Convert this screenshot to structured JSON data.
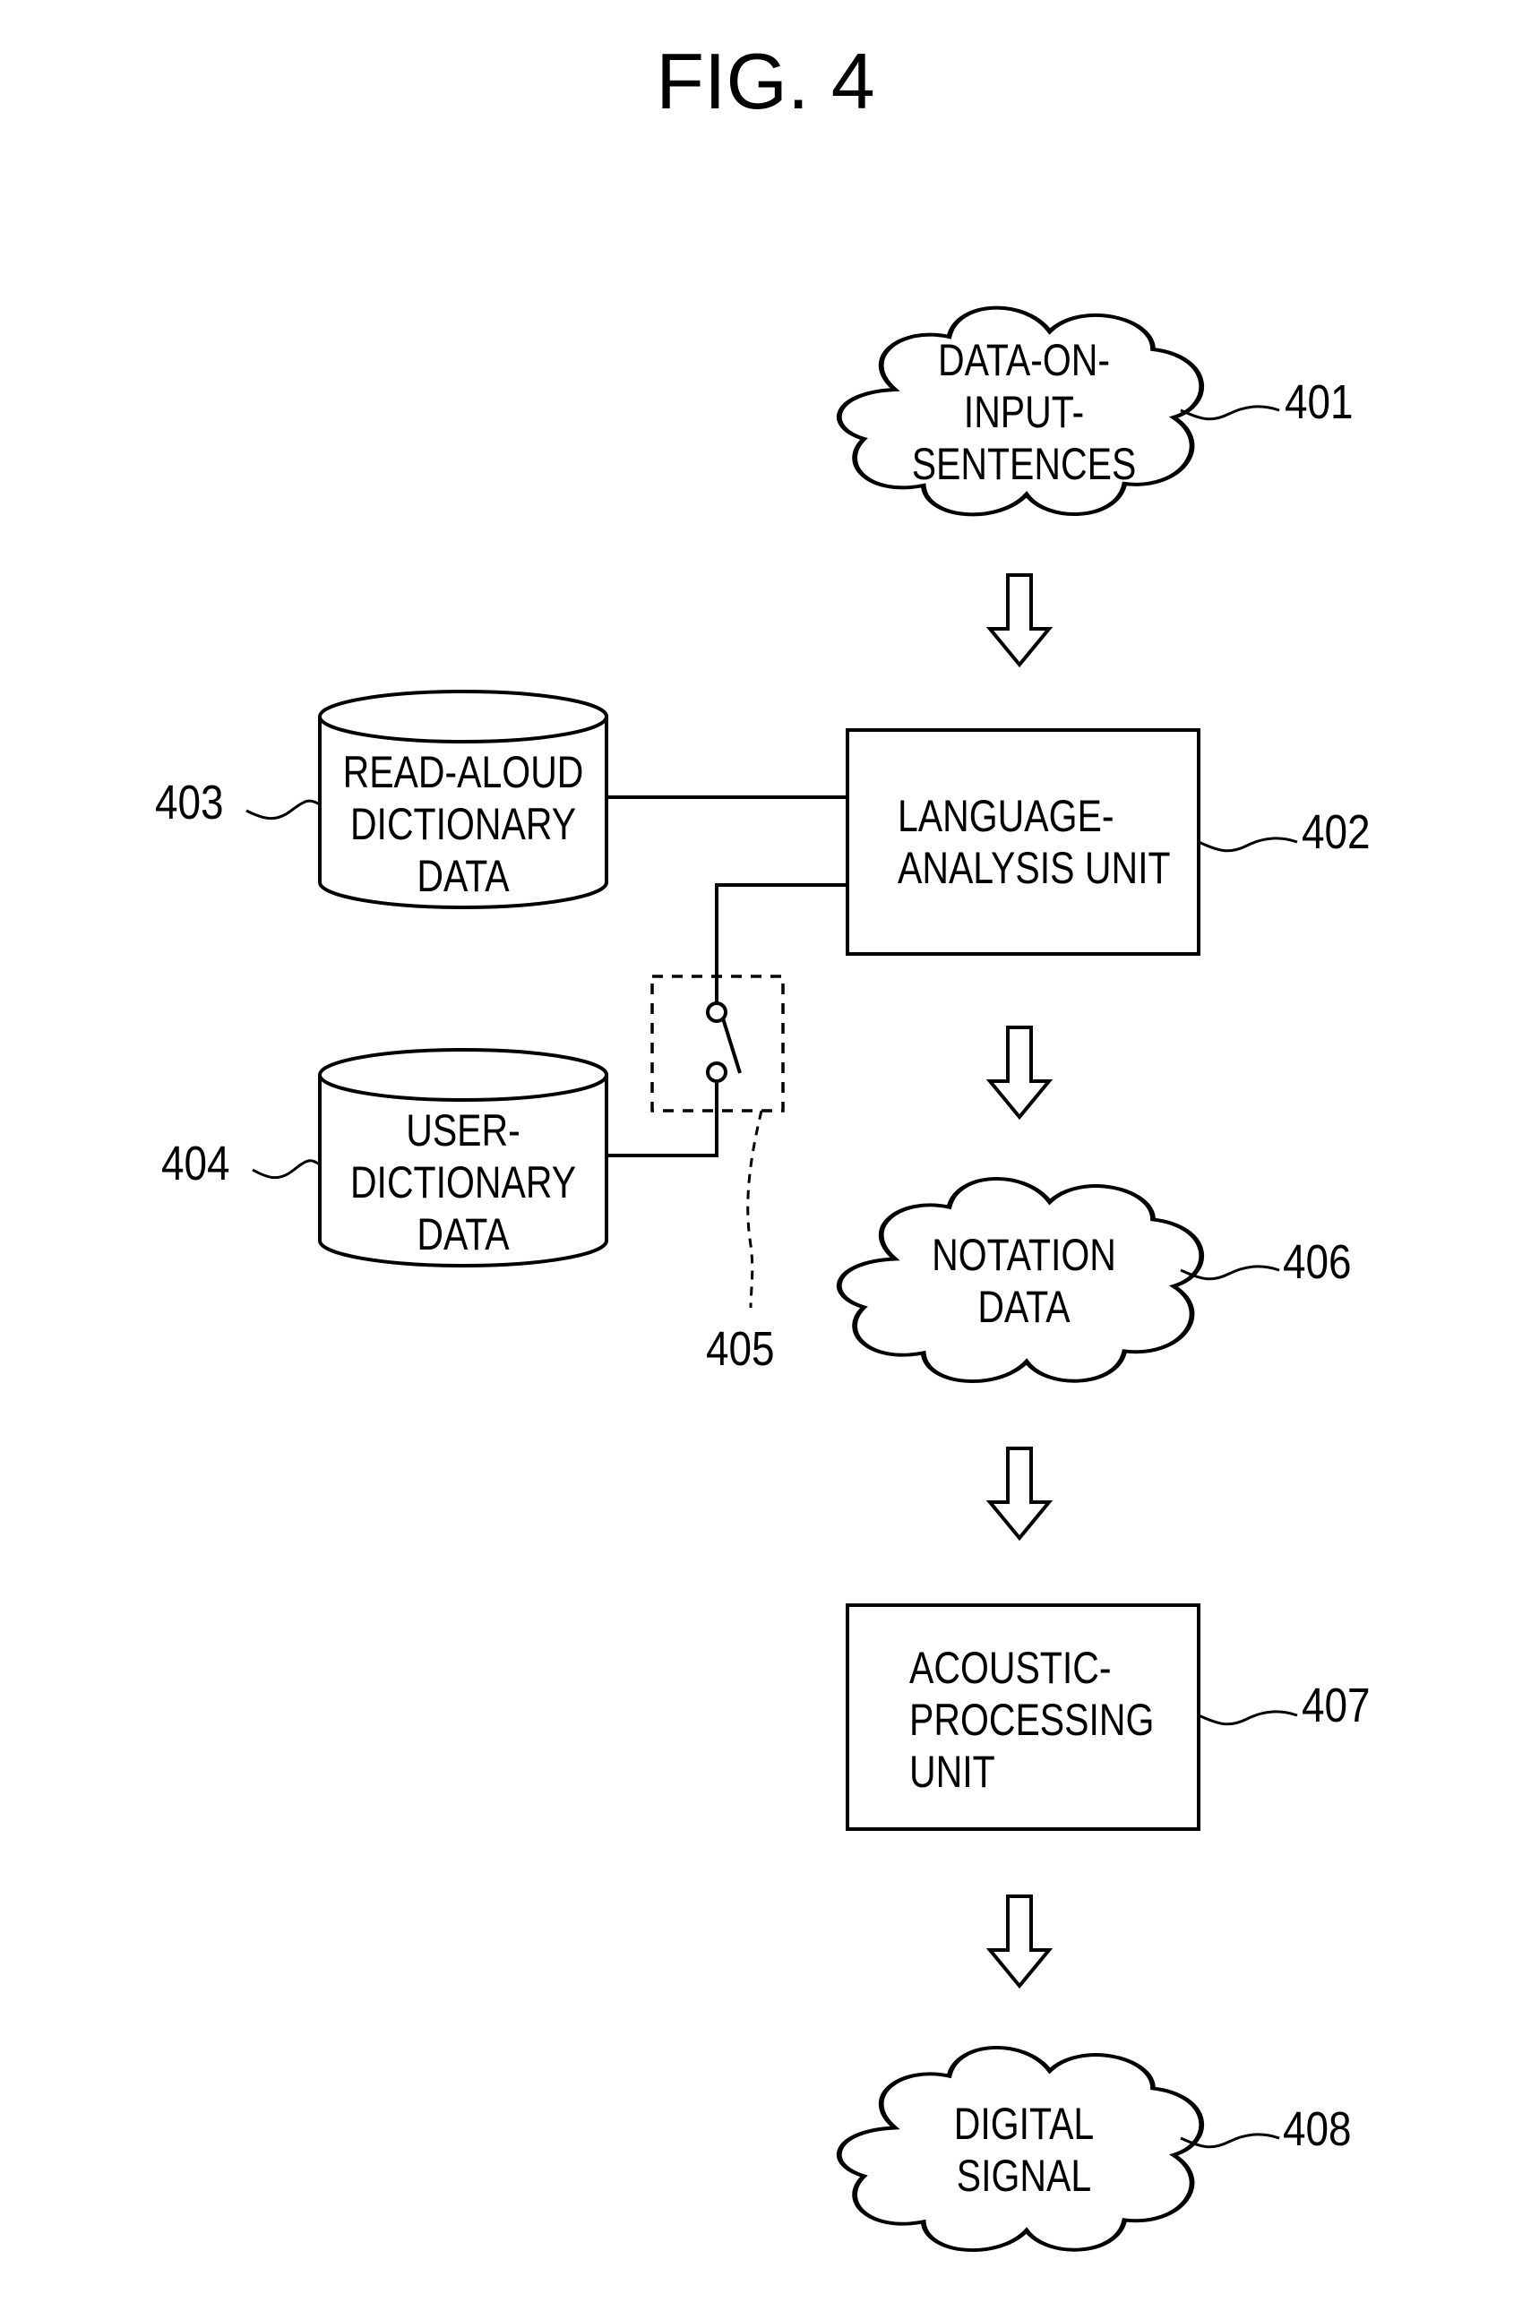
{
  "figure": {
    "title": "FIG. 4"
  },
  "nodes": {
    "input_sentences": {
      "lines": [
        "DATA-ON-",
        "INPUT-",
        "SENTENCES"
      ],
      "ref": "401"
    },
    "language_analysis": {
      "lines": [
        "LANGUAGE-",
        "ANALYSIS UNIT"
      ],
      "ref": "402"
    },
    "read_aloud_dict": {
      "lines": [
        "READ-ALOUD",
        "DICTIONARY",
        "DATA"
      ],
      "ref": "403"
    },
    "user_dict": {
      "lines": [
        "USER-",
        "DICTIONARY",
        "DATA"
      ],
      "ref": "404"
    },
    "switch": {
      "ref": "405"
    },
    "notation_data": {
      "lines": [
        "NOTATION",
        "DATA"
      ],
      "ref": "406"
    },
    "acoustic_processing": {
      "lines": [
        "ACOUSTIC-",
        "PROCESSING",
        "UNIT"
      ],
      "ref": "407"
    },
    "digital_signal": {
      "lines": [
        "DIGITAL",
        "SIGNAL"
      ],
      "ref": "408"
    }
  }
}
